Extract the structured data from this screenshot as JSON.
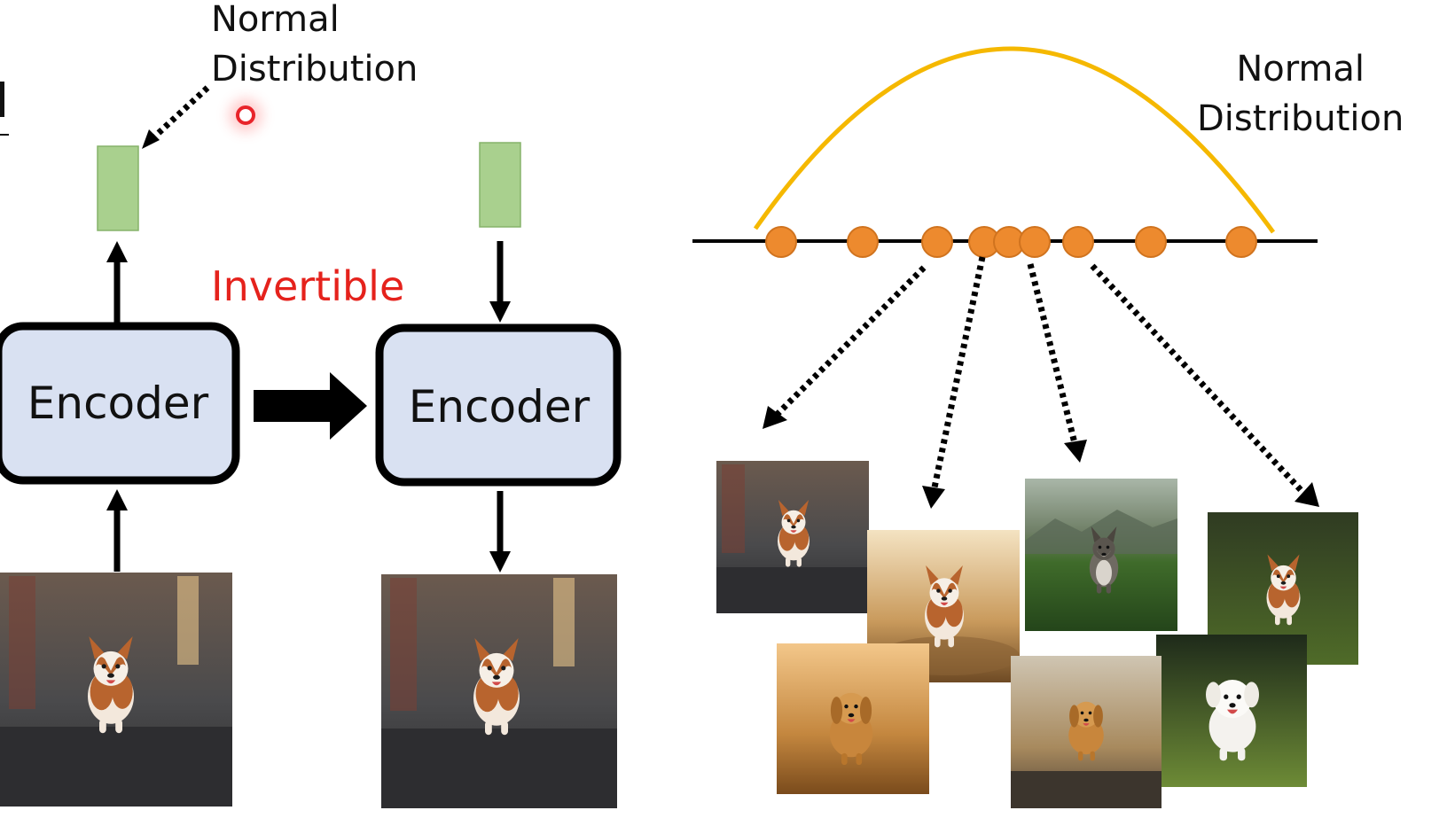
{
  "left_diagram": {
    "top_label": [
      "Normal",
      "Distribution"
    ],
    "invertible_label": "Invertible",
    "encoder_left_label": "Encoder",
    "encoder_right_label": "Encoder",
    "colors": {
      "encoder_fill": "#d9e1f2",
      "latent_fill": "#a9d08e",
      "invertible_text": "#e5221c"
    }
  },
  "right_diagram": {
    "label": [
      "Normal",
      "Distribution"
    ],
    "colors": {
      "curve": "#f5b800",
      "sample_point": "#ed8a2e"
    },
    "sample_point_count": 9,
    "generated_images": [
      "dog-running-street",
      "dog-running-dust",
      "husky-running-field",
      "dog-running-grass",
      "golden-dog-dust",
      "dog-running-road",
      "white-dog-grass"
    ]
  },
  "pointer": {
    "color": "#e8242a"
  }
}
